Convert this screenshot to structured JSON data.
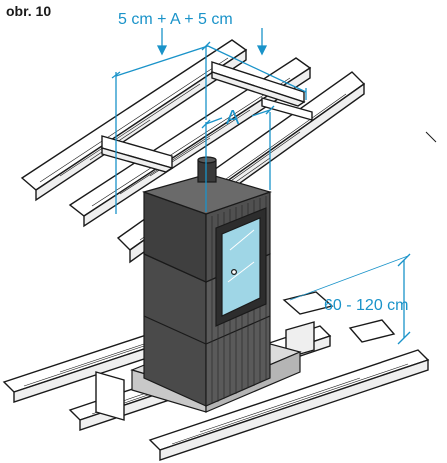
{
  "figure_label": "obr. 10",
  "dimensions": {
    "top_spacing": "5 cm + A + 5 cm",
    "opening": "A",
    "height_range": "60 - 120 cm"
  },
  "colors": {
    "dimension": "#1a93c9",
    "outline": "#1a1a1a",
    "body_dark": "#3f3f3f",
    "body_mid": "#5a5a5a",
    "glass": "#9fd6e6",
    "wood": "#ffffff",
    "base": "#dcdcdc"
  }
}
